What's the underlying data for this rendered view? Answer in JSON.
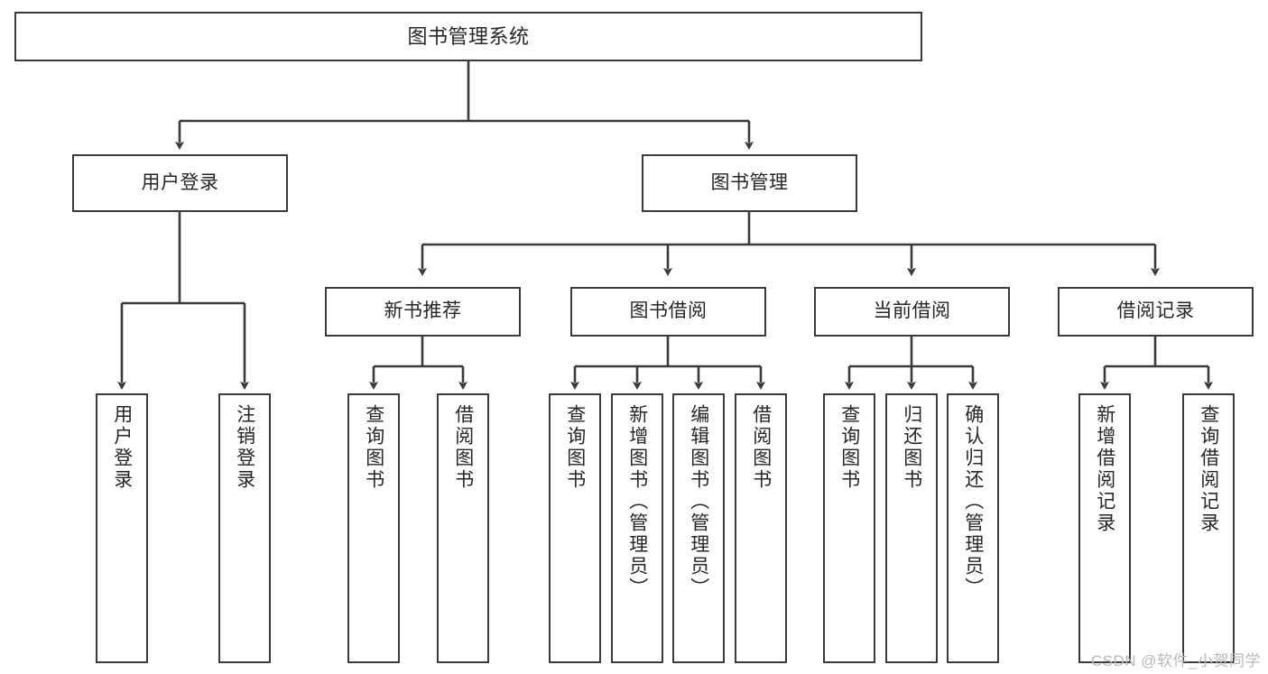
{
  "diagram": {
    "title": "图书管理系统",
    "type": "tree-hierarchy-chart",
    "watermark": "CSDN @软件_小贺同学",
    "colors": {
      "box_border": "#3a3a3a",
      "box_fill": "#ffffff",
      "text": "#262626",
      "connector": "#3a3a3a",
      "watermark": "#b9b9b9"
    },
    "nodes": {
      "root": {
        "label": "图书管理系统"
      },
      "level2": [
        {
          "label": "用户登录"
        },
        {
          "label": "图书管理"
        }
      ],
      "level3": [
        {
          "label": "新书推荐"
        },
        {
          "label": "图书借阅"
        },
        {
          "label": "当前借阅"
        },
        {
          "label": "借阅记录"
        }
      ],
      "leaves": {
        "user_login": [
          {
            "label": "用户登录"
          },
          {
            "label": "注销登录"
          }
        ],
        "new_book_recommend": [
          {
            "label": "查询图书"
          },
          {
            "label": "借阅图书"
          }
        ],
        "book_borrow": [
          {
            "label": "查询图书"
          },
          {
            "label": "新增图书（管理员）"
          },
          {
            "label": "编辑图书（管理员）"
          },
          {
            "label": "借阅图书"
          }
        ],
        "current_borrow": [
          {
            "label": "查询图书"
          },
          {
            "label": "归还图书"
          },
          {
            "label": "确认归还（管理员）"
          }
        ],
        "borrow_records": [
          {
            "label": "新增借阅记录"
          },
          {
            "label": "查询借阅记录"
          }
        ]
      }
    }
  }
}
